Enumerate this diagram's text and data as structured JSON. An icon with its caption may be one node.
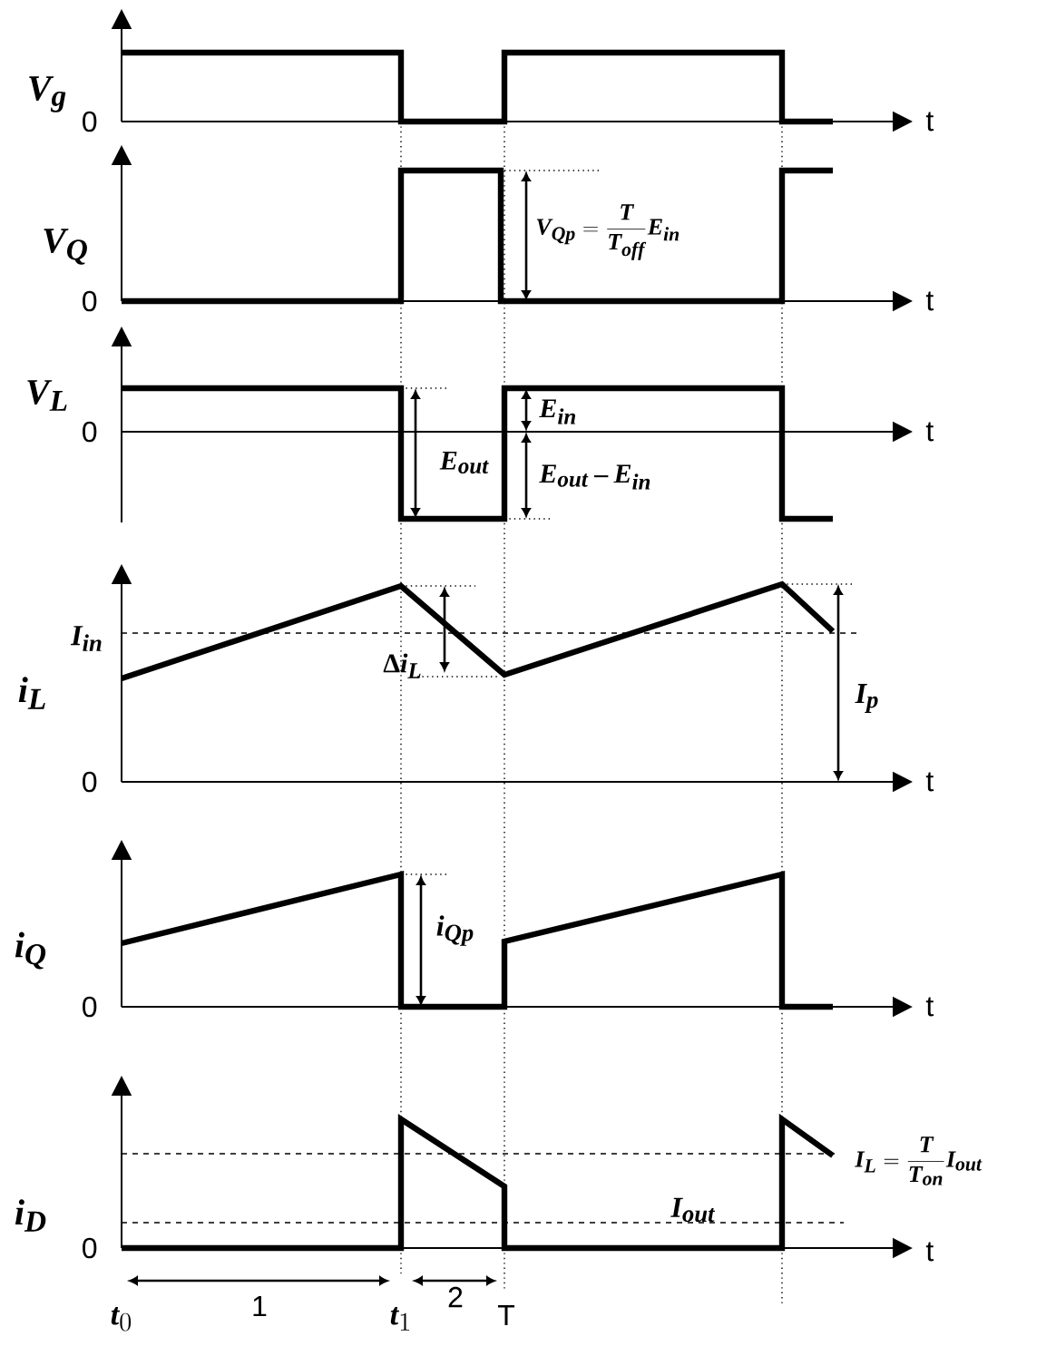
{
  "diagram": {
    "labels": [
      "V_g",
      "0",
      "t",
      "V_Q",
      "V_{Qp}=\\frac{T}{T_{off}}E_{in}",
      "0",
      "t",
      "V_L",
      "E_{in}",
      "0",
      "t",
      "E_{out}",
      "E_{out}-E_{in}",
      "I_{in}",
      "\\mbox{Δ}i_L",
      "i_L",
      "I_p",
      "0",
      "t",
      "i_Q",
      "i_{Qp}",
      "0",
      "t",
      "I_L=\\frac{T}{T_{on}}I_{out}",
      "i_D",
      "I_{out}",
      "0",
      "t",
      "t_0",
      "1",
      "t_1",
      "2",
      "T"
    ]
  }
}
